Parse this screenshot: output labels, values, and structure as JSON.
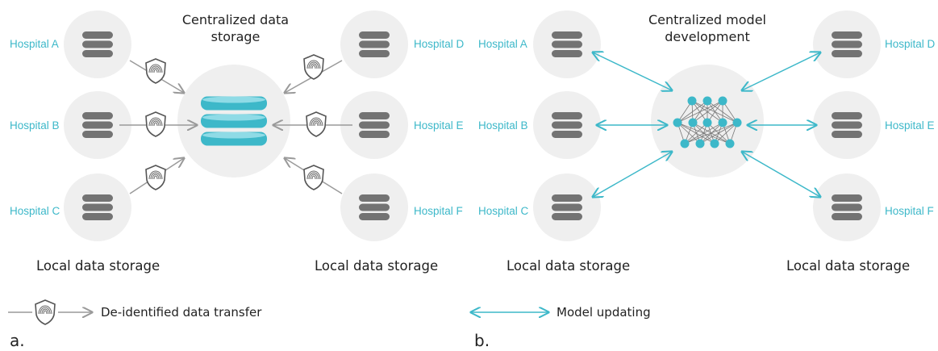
{
  "panel_a": {
    "letter": "a.",
    "title": "Centralized data storage",
    "hospitals": [
      {
        "label": "Hospital A"
      },
      {
        "label": "Hospital B"
      },
      {
        "label": "Hospital C"
      },
      {
        "label": "Hospital D"
      },
      {
        "label": "Hospital E"
      },
      {
        "label": "Hospital F"
      }
    ],
    "left_caption": "Local data storage",
    "right_caption": "Local data storage",
    "legend": "De-identified data transfer"
  },
  "panel_b": {
    "letter": "b.",
    "title": "Centralized model development",
    "hospitals": [
      {
        "label": "Hospital A"
      },
      {
        "label": "Hospital B"
      },
      {
        "label": "Hospital C"
      },
      {
        "label": "Hospital D"
      },
      {
        "label": "Hospital E"
      },
      {
        "label": "Hospital F"
      }
    ],
    "left_caption": "Local data storage",
    "right_caption": "Local data storage",
    "legend": "Model updating"
  },
  "colors": {
    "teal": "#3db8c9",
    "node_bg": "#efefef",
    "db_gray": "#737373",
    "arrow_gray": "#9a9a9a",
    "text": "#222222"
  }
}
